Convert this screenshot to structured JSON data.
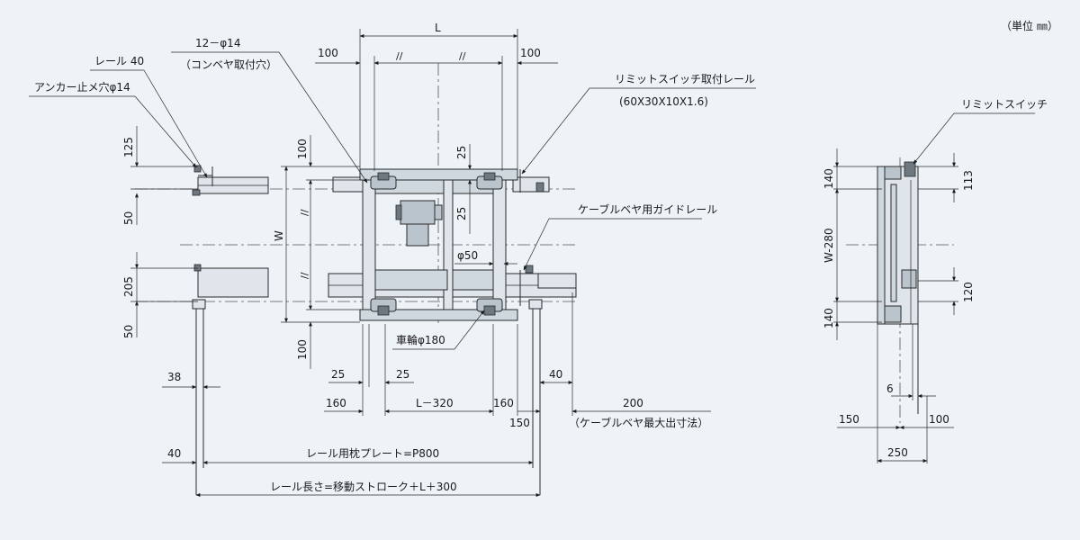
{
  "unit_label": "（単位 ㎜）",
  "labels": {
    "L": "L",
    "hole12": "12－φ14",
    "conveyor_hole": "（コンベヤ取付穴）",
    "rail40": "レール 40",
    "anchor": "アンカー止メ穴φ14",
    "limit_rail": "リミットスイッチ取付レール",
    "limit_rail_size": "(60X30X10X1.6)",
    "cable_guide": "ケーブルベヤ用ガイドレール",
    "wheel": "車輪φ180",
    "phi50": "φ50",
    "W": "W",
    "limit_switch": "リミットスイッチ",
    "W280": "W-280",
    "cable_max": "（ケーブルベヤ最大出寸法）",
    "sleeper": "レール用枕プレート=P800",
    "rail_len": "レール長さ=移動ストローク＋L＋300",
    "L320": "L－320",
    "slash": "//"
  },
  "dims": {
    "d100a": "100",
    "d100b": "100",
    "d100c": "100",
    "d100d": "100",
    "d125": "125",
    "d50a": "50",
    "d205": "205",
    "d50b": "50",
    "d25a": "25",
    "d25b": "25",
    "d25c": "25",
    "d25d": "25",
    "d38": "38",
    "d40a": "40",
    "d40b": "40",
    "d160a": "160",
    "d160b": "160",
    "d150a": "150",
    "d200": "200",
    "d140a": "140",
    "d140b": "140",
    "d113": "113",
    "d120": "120",
    "d6": "6",
    "d150b": "150",
    "d100e": "100",
    "d250": "250"
  }
}
